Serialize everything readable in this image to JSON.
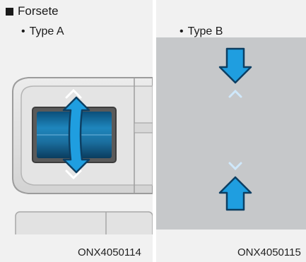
{
  "heading": {
    "title": "Forsete"
  },
  "panels": [
    {
      "label": "Type A",
      "code": "ONX4050114"
    },
    {
      "label": "Type B",
      "code": "ONX4050115"
    }
  ],
  "colors": {
    "arrow_blue": "#1f9ee0",
    "arrow_outline": "#0d3f63",
    "panel_bg": "#f1f1f1",
    "ceiling_gray": "#c4c6c8"
  },
  "icons": {
    "curved_arrow": "curved-double-arrow-icon",
    "push_arrow_down": "push-down-arrow-icon",
    "push_arrow_up": "push-up-arrow-icon"
  }
}
